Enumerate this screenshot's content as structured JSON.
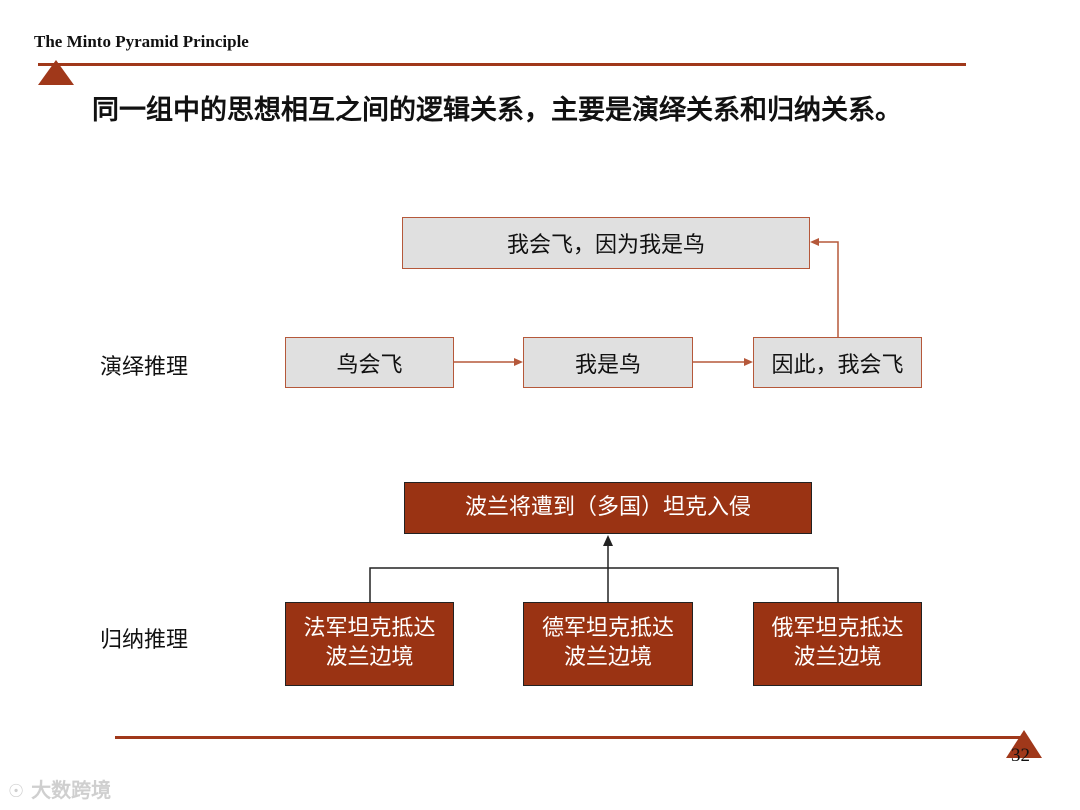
{
  "header": {
    "text": "The Minto Pyramid Principle"
  },
  "title": "同一组中的思想相互之间的逻辑关系，主要是演绎关系和归纳关系。",
  "deduction": {
    "label": "演绎推理",
    "conclusion": "我会飞，因为我是鸟",
    "steps": [
      "鸟会飞",
      "我是鸟",
      "因此，我会飞"
    ]
  },
  "induction": {
    "label": "归纳推理",
    "conclusion": "波兰将遭到（多国）坦克入侵",
    "facts": [
      "法军坦克抵达波兰边境",
      "德军坦克抵达波兰边境",
      "俄军坦克抵达波兰边境"
    ]
  },
  "page_number": "32",
  "watermark": "大数跨境",
  "colors": {
    "accent": "#a0381a",
    "dark_box": "#9a3313",
    "light_box": "#e0e0e0"
  },
  "icons": [
    "pyramid-triangle-icon",
    "watermark-logo-icon"
  ]
}
